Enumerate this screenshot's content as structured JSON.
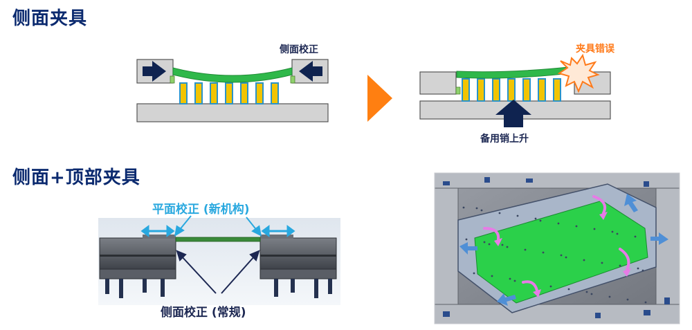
{
  "section1": {
    "title": "侧面夹具"
  },
  "diagram1": {
    "left_label": "侧面校正",
    "error_label": "夹具错误",
    "pin_label": "备用销上升"
  },
  "section2": {
    "title": "侧面+顶部夹具"
  },
  "diagram2": {
    "top_label": "平面校正 (新机构)",
    "bottom_label": "侧面校正 (常规)"
  },
  "colors": {
    "title": "#0b2a6f",
    "arrow_dark": "#0f2350",
    "part_green": "#2fb84a",
    "pin_yellow": "#f2c400",
    "pin_blue": "#2a93c9",
    "orange": "#ff7a1a",
    "cyan": "#29a8df",
    "block_gray": "#d3d3d3"
  },
  "photo": {
    "icon": "fixture-photo",
    "arrows": "magenta-curved-arrows"
  }
}
